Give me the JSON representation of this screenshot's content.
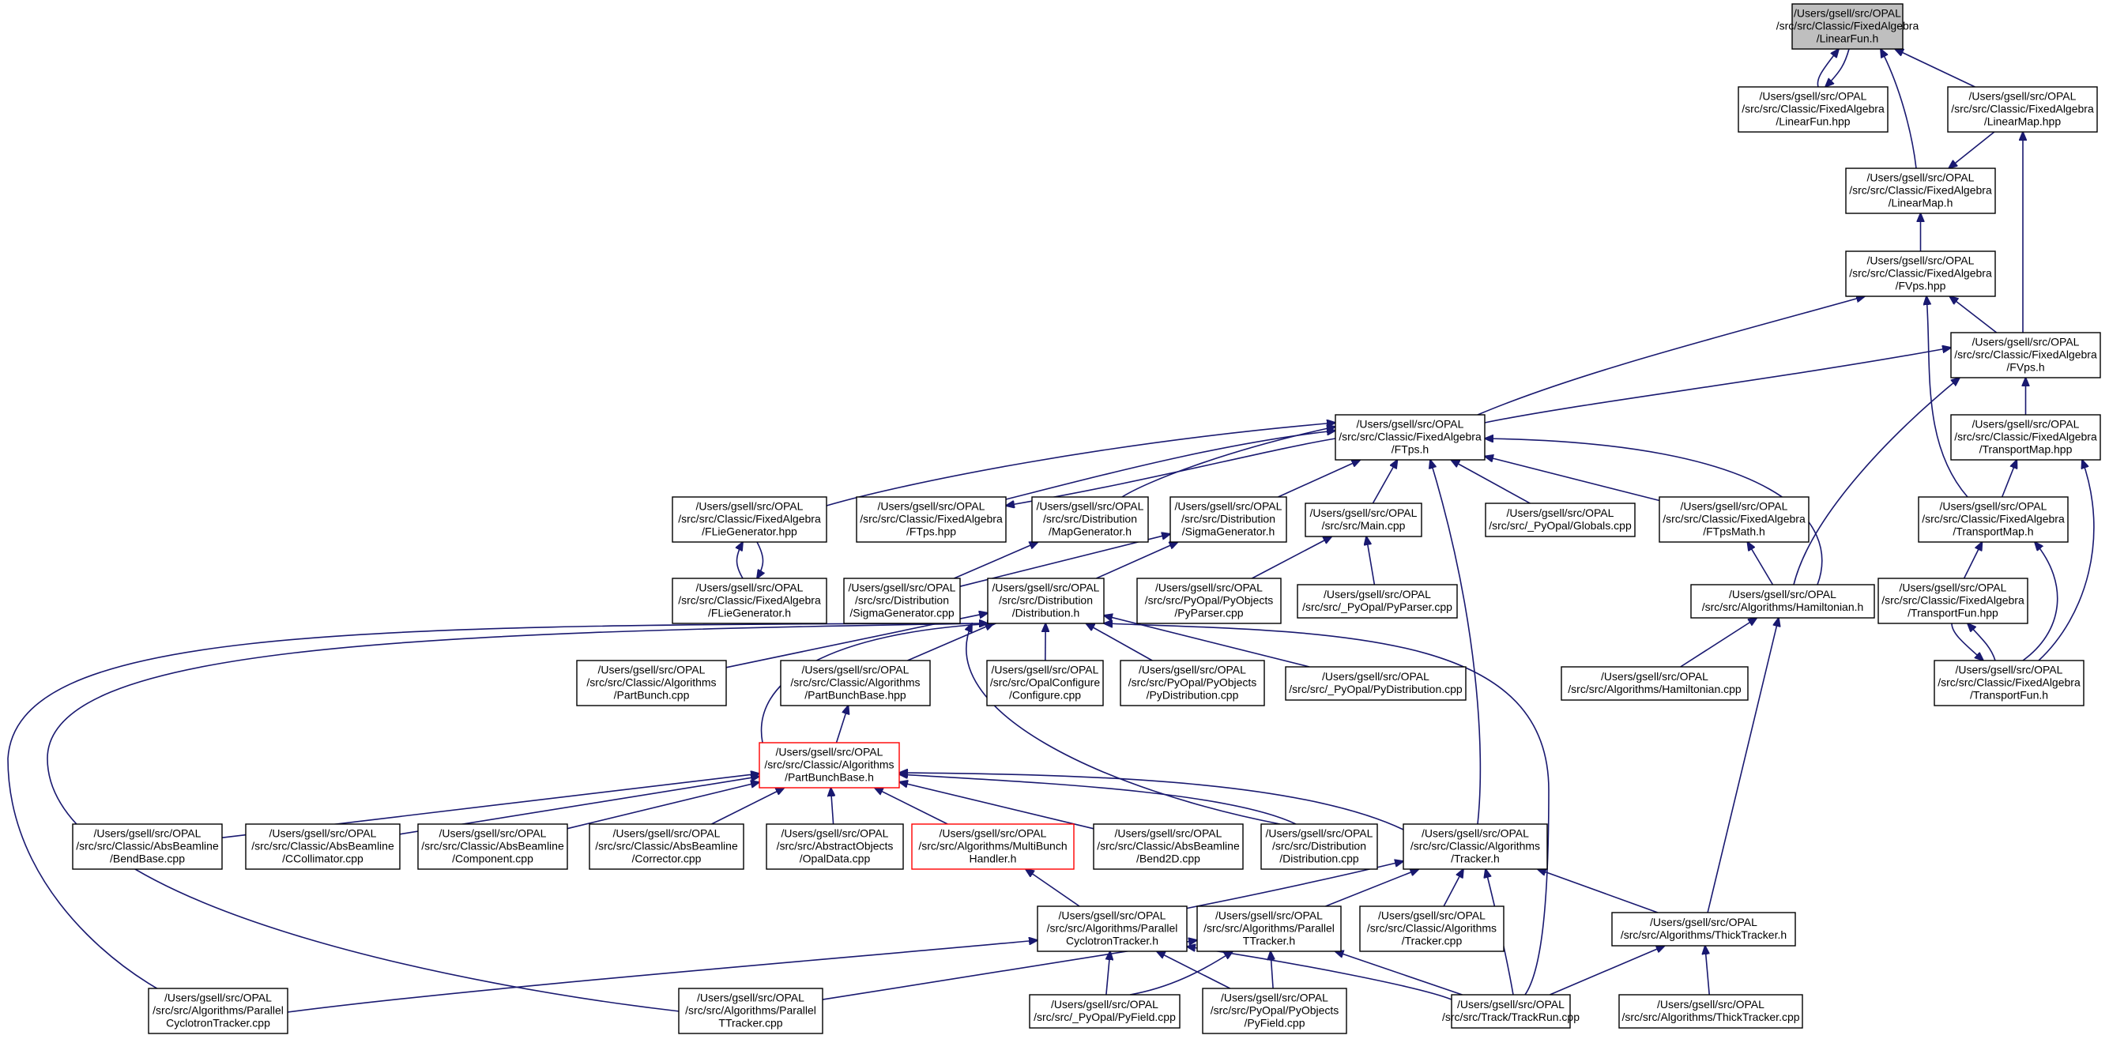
{
  "graph": {
    "nodes": [
      {
        "id": "n0",
        "lines": [
          "/Users/gsell/src/OPAL",
          "/src/src/Classic/FixedAlgebra",
          "/LinearFun.h"
        ],
        "style": "root"
      },
      {
        "id": "n1",
        "lines": [
          "/Users/gsell/src/OPAL",
          "/src/src/Classic/FixedAlgebra",
          "/LinearFun.hpp"
        ],
        "style": "normal"
      },
      {
        "id": "n2",
        "lines": [
          "/Users/gsell/src/OPAL",
          "/src/src/Classic/FixedAlgebra",
          "/LinearMap.hpp"
        ],
        "style": "normal"
      },
      {
        "id": "n3",
        "lines": [
          "/Users/gsell/src/OPAL",
          "/src/src/Classic/FixedAlgebra",
          "/LinearMap.h"
        ],
        "style": "normal"
      },
      {
        "id": "n4",
        "lines": [
          "/Users/gsell/src/OPAL",
          "/src/src/Classic/FixedAlgebra",
          "/FVps.hpp"
        ],
        "style": "normal"
      },
      {
        "id": "n5",
        "lines": [
          "/Users/gsell/src/OPAL",
          "/src/src/Classic/FixedAlgebra",
          "/FVps.h"
        ],
        "style": "normal"
      },
      {
        "id": "n6",
        "lines": [
          "/Users/gsell/src/OPAL",
          "/src/src/Classic/FixedAlgebra",
          "/FTps.h"
        ],
        "style": "normal"
      },
      {
        "id": "n7",
        "lines": [
          "/Users/gsell/src/OPAL",
          "/src/src/Classic/FixedAlgebra",
          "/TransportMap.hpp"
        ],
        "style": "normal"
      },
      {
        "id": "n8",
        "lines": [
          "/Users/gsell/src/OPAL",
          "/src/src/Classic/FixedAlgebra",
          "/FLieGenerator.hpp"
        ],
        "style": "normal"
      },
      {
        "id": "n9",
        "lines": [
          "/Users/gsell/src/OPAL",
          "/src/src/Classic/FixedAlgebra",
          "/FTps.hpp"
        ],
        "style": "normal"
      },
      {
        "id": "n10",
        "lines": [
          "/Users/gsell/src/OPAL",
          "/src/src/Distribution",
          "/MapGenerator.h"
        ],
        "style": "normal"
      },
      {
        "id": "n11",
        "lines": [
          "/Users/gsell/src/OPAL",
          "/src/src/Distribution",
          "/SigmaGenerator.h"
        ],
        "style": "normal"
      },
      {
        "id": "n12",
        "lines": [
          "/Users/gsell/src/OPAL",
          "/src/src/Main.cpp"
        ],
        "style": "normal"
      },
      {
        "id": "n13",
        "lines": [
          "/Users/gsell/src/OPAL",
          "/src/src/_PyOpal/Globals.cpp"
        ],
        "style": "normal"
      },
      {
        "id": "n14",
        "lines": [
          "/Users/gsell/src/OPAL",
          "/src/src/Classic/FixedAlgebra",
          "/FTpsMath.h"
        ],
        "style": "normal"
      },
      {
        "id": "n15",
        "lines": [
          "/Users/gsell/src/OPAL",
          "/src/src/Classic/FixedAlgebra",
          "/TransportMap.h"
        ],
        "style": "normal"
      },
      {
        "id": "n16",
        "lines": [
          "/Users/gsell/src/OPAL",
          "/src/src/Classic/FixedAlgebra",
          "/FLieGenerator.h"
        ],
        "style": "normal"
      },
      {
        "id": "n17",
        "lines": [
          "/Users/gsell/src/OPAL",
          "/src/src/Distribution",
          "/SigmaGenerator.cpp"
        ],
        "style": "normal"
      },
      {
        "id": "n18",
        "lines": [
          "/Users/gsell/src/OPAL",
          "/src/src/Distribution",
          "/Distribution.h"
        ],
        "style": "normal"
      },
      {
        "id": "n19",
        "lines": [
          "/Users/gsell/src/OPAL",
          "/src/src/PyOpal/PyObjects",
          "/PyParser.cpp"
        ],
        "style": "normal"
      },
      {
        "id": "n20",
        "lines": [
          "/Users/gsell/src/OPAL",
          "/src/src/_PyOpal/PyParser.cpp"
        ],
        "style": "normal"
      },
      {
        "id": "n21",
        "lines": [
          "/Users/gsell/src/OPAL",
          "/src/src/Algorithms/Hamiltonian.h"
        ],
        "style": "normal"
      },
      {
        "id": "n22",
        "lines": [
          "/Users/gsell/src/OPAL",
          "/src/src/Classic/FixedAlgebra",
          "/TransportFun.hpp"
        ],
        "style": "normal"
      },
      {
        "id": "n23",
        "lines": [
          "/Users/gsell/src/OPAL",
          "/src/src/Classic/Algorithms",
          "/PartBunch.cpp"
        ],
        "style": "normal"
      },
      {
        "id": "n24",
        "lines": [
          "/Users/gsell/src/OPAL",
          "/src/src/Classic/Algorithms",
          "/PartBunchBase.hpp"
        ],
        "style": "normal"
      },
      {
        "id": "n25",
        "lines": [
          "/Users/gsell/src/OPAL",
          "/src/src/OpalConfigure",
          "/Configure.cpp"
        ],
        "style": "normal"
      },
      {
        "id": "n26",
        "lines": [
          "/Users/gsell/src/OPAL",
          "/src/src/PyOpal/PyObjects",
          "/PyDistribution.cpp"
        ],
        "style": "normal"
      },
      {
        "id": "n27",
        "lines": [
          "/Users/gsell/src/OPAL",
          "/src/src/_PyOpal/PyDistribution.cpp"
        ],
        "style": "normal"
      },
      {
        "id": "n28",
        "lines": [
          "/Users/gsell/src/OPAL",
          "/src/src/Algorithms/Hamiltonian.cpp"
        ],
        "style": "normal"
      },
      {
        "id": "n29",
        "lines": [
          "/Users/gsell/src/OPAL",
          "/src/src/Classic/FixedAlgebra",
          "/TransportFun.h"
        ],
        "style": "normal"
      },
      {
        "id": "n30",
        "lines": [
          "/Users/gsell/src/OPAL",
          "/src/src/Classic/Algorithms",
          "/PartBunchBase.h"
        ],
        "style": "red"
      },
      {
        "id": "n31",
        "lines": [
          "/Users/gsell/src/OPAL",
          "/src/src/Classic/AbsBeamline",
          "/BendBase.cpp"
        ],
        "style": "normal"
      },
      {
        "id": "n32",
        "lines": [
          "/Users/gsell/src/OPAL",
          "/src/src/Classic/AbsBeamline",
          "/CCollimator.cpp"
        ],
        "style": "normal"
      },
      {
        "id": "n33",
        "lines": [
          "/Users/gsell/src/OPAL",
          "/src/src/Classic/AbsBeamline",
          "/Component.cpp"
        ],
        "style": "normal"
      },
      {
        "id": "n34",
        "lines": [
          "/Users/gsell/src/OPAL",
          "/src/src/Classic/AbsBeamline",
          "/Corrector.cpp"
        ],
        "style": "normal"
      },
      {
        "id": "n35",
        "lines": [
          "/Users/gsell/src/OPAL",
          "/src/src/AbstractObjects",
          "/OpalData.cpp"
        ],
        "style": "normal"
      },
      {
        "id": "n36",
        "lines": [
          "/Users/gsell/src/OPAL",
          "/src/src/Algorithms/MultiBunch",
          "Handler.h"
        ],
        "style": "red"
      },
      {
        "id": "n37",
        "lines": [
          "/Users/gsell/src/OPAL",
          "/src/src/Classic/AbsBeamline",
          "/Bend2D.cpp"
        ],
        "style": "normal"
      },
      {
        "id": "n38",
        "lines": [
          "/Users/gsell/src/OPAL",
          "/src/src/Distribution",
          "/Distribution.cpp"
        ],
        "style": "normal"
      },
      {
        "id": "n39",
        "lines": [
          "/Users/gsell/src/OPAL",
          "/src/src/Classic/Algorithms",
          "/Tracker.h"
        ],
        "style": "normal"
      },
      {
        "id": "n40",
        "lines": [
          "/Users/gsell/src/OPAL",
          "/src/src/Algorithms/Parallel",
          "CyclotronTracker.h"
        ],
        "style": "normal"
      },
      {
        "id": "n41",
        "lines": [
          "/Users/gsell/src/OPAL",
          "/src/src/Algorithms/Parallel",
          "TTracker.h"
        ],
        "style": "normal"
      },
      {
        "id": "n42",
        "lines": [
          "/Users/gsell/src/OPAL",
          "/src/src/Classic/Algorithms",
          "/Tracker.cpp"
        ],
        "style": "normal"
      },
      {
        "id": "n43",
        "lines": [
          "/Users/gsell/src/OPAL",
          "/src/src/Algorithms/ThickTracker.h"
        ],
        "style": "normal"
      },
      {
        "id": "n44",
        "lines": [
          "/Users/gsell/src/OPAL",
          "/src/src/Algorithms/Parallel",
          "CyclotronTracker.cpp"
        ],
        "style": "normal"
      },
      {
        "id": "n45",
        "lines": [
          "/Users/gsell/src/OPAL",
          "/src/src/Algorithms/Parallel",
          "TTracker.cpp"
        ],
        "style": "normal"
      },
      {
        "id": "n46",
        "lines": [
          "/Users/gsell/src/OPAL",
          "/src/src/_PyOpal/PyField.cpp"
        ],
        "style": "normal"
      },
      {
        "id": "n47",
        "lines": [
          "/Users/gsell/src/OPAL",
          "/src/src/PyOpal/PyObjects",
          "/PyField.cpp"
        ],
        "style": "normal"
      },
      {
        "id": "n48",
        "lines": [
          "/Users/gsell/src/OPAL",
          "/src/src/Track/TrackRun.cpp"
        ],
        "style": "normal"
      },
      {
        "id": "n49",
        "lines": [
          "/Users/gsell/src/OPAL",
          "/src/src/Algorithms/ThickTracker.cpp"
        ],
        "style": "normal"
      }
    ],
    "edges": [
      [
        "n0",
        "n1"
      ],
      [
        "n1",
        "n0"
      ],
      [
        "n0",
        "n2"
      ],
      [
        "n0",
        "n3"
      ],
      [
        "n3",
        "n2"
      ],
      [
        "n3",
        "n4"
      ],
      [
        "n4",
        "n5"
      ],
      [
        "n2",
        "n5"
      ],
      [
        "n4",
        "n6"
      ],
      [
        "n5",
        "n6"
      ],
      [
        "n5",
        "n7"
      ],
      [
        "n4",
        "n15"
      ],
      [
        "n6",
        "n8"
      ],
      [
        "n6",
        "n9"
      ],
      [
        "n9",
        "n6"
      ],
      [
        "n6",
        "n10"
      ],
      [
        "n6",
        "n11"
      ],
      [
        "n6",
        "n12"
      ],
      [
        "n6",
        "n13"
      ],
      [
        "n6",
        "n14"
      ],
      [
        "n6",
        "n21"
      ],
      [
        "n6",
        "n39"
      ],
      [
        "n7",
        "n15"
      ],
      [
        "n7",
        "n29"
      ],
      [
        "n8",
        "n16"
      ],
      [
        "n16",
        "n8"
      ],
      [
        "n10",
        "n17"
      ],
      [
        "n11",
        "n17"
      ],
      [
        "n11",
        "n18"
      ],
      [
        "n12",
        "n19"
      ],
      [
        "n12",
        "n20"
      ],
      [
        "n14",
        "n21"
      ],
      [
        "n5",
        "n21"
      ],
      [
        "n15",
        "n22"
      ],
      [
        "n15",
        "n29"
      ],
      [
        "n22",
        "n29"
      ],
      [
        "n29",
        "n22"
      ],
      [
        "n21",
        "n28"
      ],
      [
        "n21",
        "n43"
      ],
      [
        "n18",
        "n23"
      ],
      [
        "n18",
        "n24"
      ],
      [
        "n18",
        "n25"
      ],
      [
        "n18",
        "n26"
      ],
      [
        "n18",
        "n27"
      ],
      [
        "n18",
        "n30"
      ],
      [
        "n18",
        "n38"
      ],
      [
        "n18",
        "n44"
      ],
      [
        "n18",
        "n45"
      ],
      [
        "n18",
        "n48"
      ],
      [
        "n24",
        "n30"
      ],
      [
        "n30",
        "n31"
      ],
      [
        "n30",
        "n32"
      ],
      [
        "n30",
        "n33"
      ],
      [
        "n30",
        "n34"
      ],
      [
        "n30",
        "n35"
      ],
      [
        "n30",
        "n36"
      ],
      [
        "n30",
        "n37"
      ],
      [
        "n30",
        "n38"
      ],
      [
        "n30",
        "n39"
      ],
      [
        "n36",
        "n40"
      ],
      [
        "n39",
        "n40"
      ],
      [
        "n39",
        "n41"
      ],
      [
        "n39",
        "n42"
      ],
      [
        "n39",
        "n43"
      ],
      [
        "n39",
        "n48"
      ],
      [
        "n40",
        "n44"
      ],
      [
        "n40",
        "n46"
      ],
      [
        "n40",
        "n47"
      ],
      [
        "n40",
        "n48"
      ],
      [
        "n41",
        "n45"
      ],
      [
        "n41",
        "n46"
      ],
      [
        "n41",
        "n47"
      ],
      [
        "n41",
        "n48"
      ],
      [
        "n43",
        "n48"
      ],
      [
        "n43",
        "n49"
      ]
    ]
  }
}
